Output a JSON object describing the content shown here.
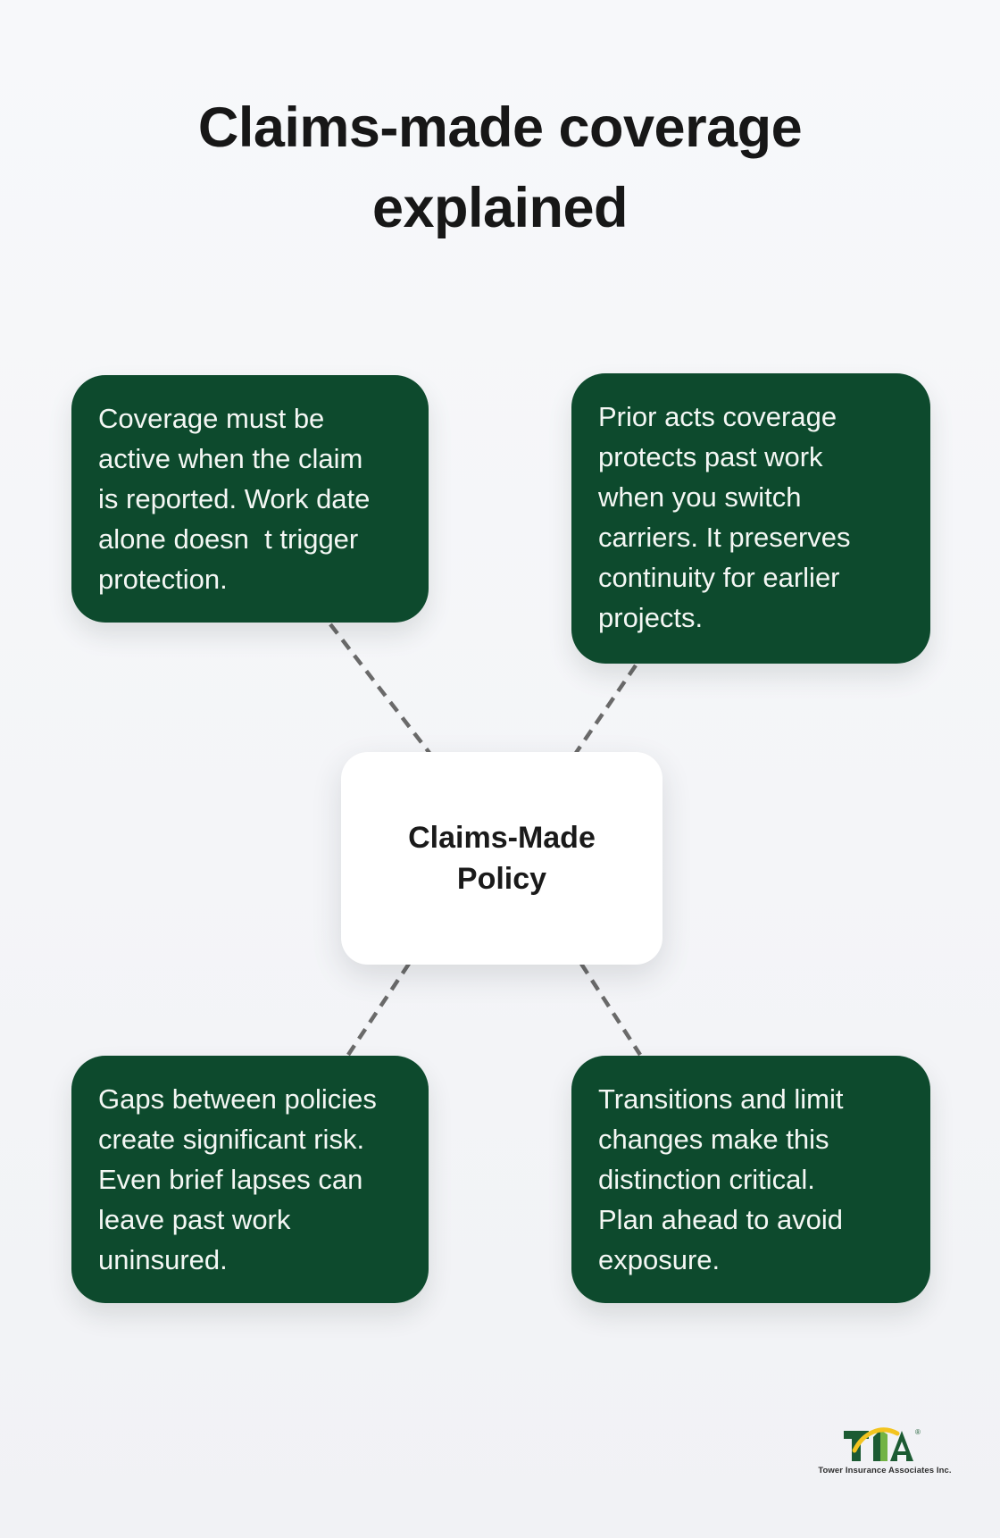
{
  "title": {
    "line1": "Claims-made coverage",
    "line2": "explained"
  },
  "center_node": {
    "line1": "Claims-Made",
    "line2": "Policy"
  },
  "boxes": [
    {
      "id": "top-left",
      "lines": [
        "Coverage must be",
        "active when the claim",
        "is reported. Work date",
        "alone doesn  t trigger",
        "protection."
      ]
    },
    {
      "id": "top-right",
      "lines": [
        "Prior acts coverage",
        "protects past work",
        "when you switch",
        "carriers. It preserves",
        "continuity for earlier",
        "projects."
      ]
    },
    {
      "id": "bottom-left",
      "lines": [
        "Gaps between policies",
        "create significant risk.",
        "Even brief lapses can",
        "leave past work",
        "uninsured."
      ]
    },
    {
      "id": "bottom-right",
      "lines": [
        "Transitions and limit",
        "changes make this",
        "distinction critical.",
        "Plan ahead to avoid",
        "exposure."
      ]
    }
  ],
  "logo": {
    "acronym": "TIA",
    "registered_mark": "®",
    "tagline": "Tower Insurance Associates Inc."
  },
  "colors": {
    "background": "#f5f6f8",
    "box_green": "#0d4a2d",
    "box_text": "#f4f7f4",
    "card_white": "#ffffff",
    "title_text": "#171717",
    "dash_gray": "#6a6a6a",
    "logo_dark_green": "#1c5b33",
    "logo_light_green": "#72b344",
    "logo_yellow": "#f3c41f"
  }
}
